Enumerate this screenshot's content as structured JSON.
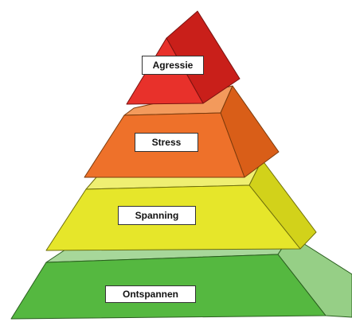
{
  "diagram": {
    "levels": [
      {
        "label": "Agressie",
        "front": "#e8312b",
        "side": "#c91f1a",
        "top": "#f0605b",
        "outline": "#7a1210"
      },
      {
        "label": "Stress",
        "front": "#ee712a",
        "side": "#d95e18",
        "top": "#f39a5c",
        "outline": "#7a3a0c"
      },
      {
        "label": "Spanning",
        "front": "#e6e62a",
        "side": "#d2d21a",
        "top": "#efef72",
        "outline": "#6f6f0c"
      },
      {
        "label": "Ontspannen",
        "front": "#55b840",
        "side": "#96cf86",
        "top": "#a7d79a",
        "outline": "#2a5e1f"
      }
    ]
  }
}
